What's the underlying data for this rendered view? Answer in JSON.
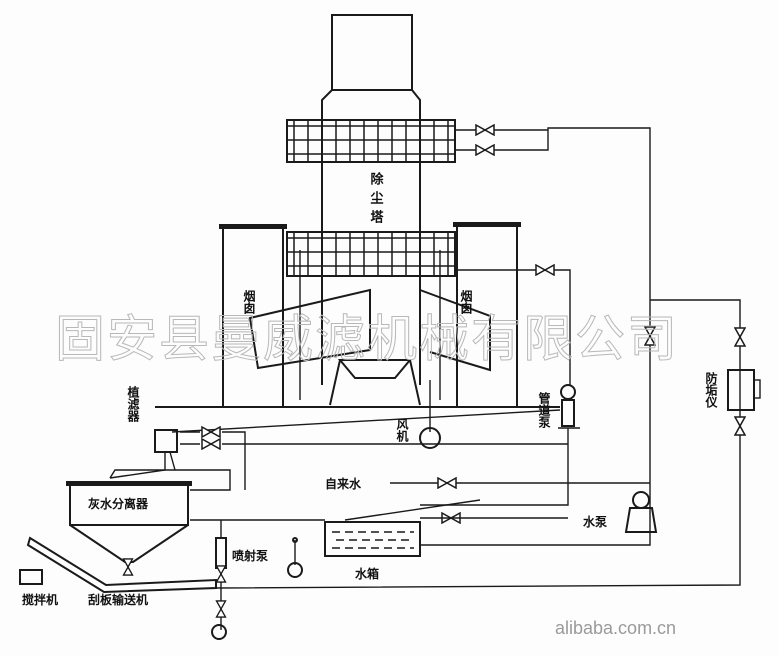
{
  "diagram": {
    "labels": {
      "tower": "除尘塔",
      "chimney_left": "烟囱",
      "chimney_right": "烟囱",
      "filter": "植滤器",
      "fan": "风机",
      "pipe_pump": "管道泵",
      "anti_scale": "防垢仪",
      "separator": "灰水分离器",
      "tap_water": "自来水",
      "water_pump": "水泵",
      "jet_pump": "喷射泵",
      "water_tank": "水箱",
      "mixer": "搅拌机",
      "scraper_conveyor": "刮板输送机"
    },
    "watermark": "固安县曼威滤机械有限公司",
    "site_watermark": "alibaba.com.cn"
  },
  "colors": {
    "line": "#1a1a1a",
    "watermark": "#b8b8b8"
  }
}
